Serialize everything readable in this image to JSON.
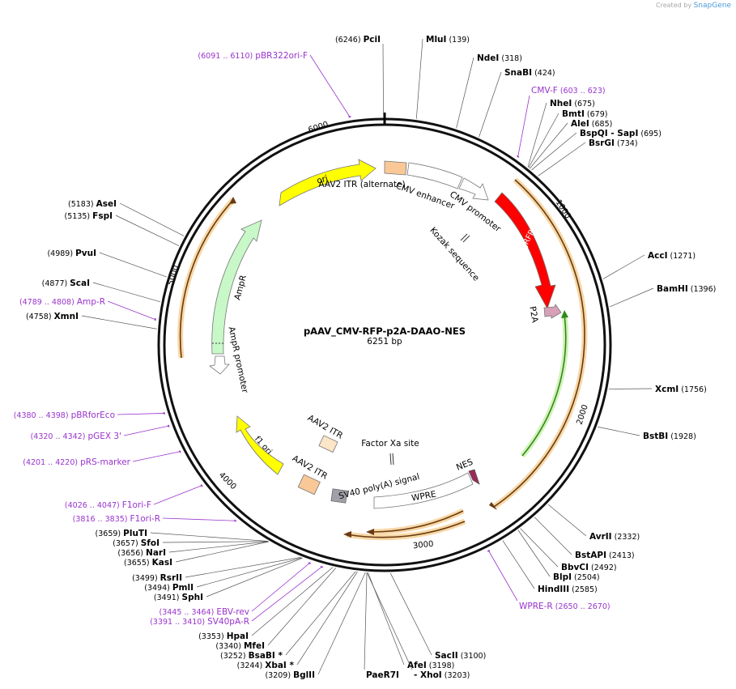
{
  "credit": {
    "prefix": "Created by",
    "brand": "SnapGene"
  },
  "plasmid": {
    "name": "pAAV_CMV-RFP-p2A-DAAO-NES",
    "length_label": "6251 bp",
    "length": 6251
  },
  "colors": {
    "ori": "#ffff00",
    "itr": "#f9c896",
    "itr_light": "#fde5c8",
    "cmv": "#ffffff",
    "tagrfp": "#ff0000",
    "p2a": "#d8a0b8",
    "ampr": "#c8f8c8",
    "nes": "#9b2a5a",
    "sv40": "#a0a0a8",
    "orf_orange": "#e7a43c",
    "orf_green": "#3aa820",
    "primer": "#9933cc",
    "line": "#555555"
  },
  "ruler": [
    {
      "bp": 1000,
      "label": "1000"
    },
    {
      "bp": 2000,
      "label": "2000"
    },
    {
      "bp": 3000,
      "label": "3000"
    },
    {
      "bp": 4000,
      "label": "4000"
    },
    {
      "bp": 5000,
      "label": "5000"
    },
    {
      "bp": 6000,
      "label": "6000"
    }
  ],
  "sites_right": [
    {
      "name": "PciI",
      "pos": "(6246)",
      "bp": 6246
    },
    {
      "name": "MluI",
      "pos": "(139)",
      "bp": 139
    },
    {
      "name": "NdeI",
      "pos": "(318)",
      "bp": 318
    },
    {
      "name": "SnaBI",
      "pos": "(424)",
      "bp": 424
    },
    {
      "name": "NheI",
      "pos": "(675)",
      "bp": 675
    },
    {
      "name": "BmtI",
      "pos": "(679)",
      "bp": 679
    },
    {
      "name": "AleI",
      "pos": "(685)",
      "bp": 685
    },
    {
      "name": "BspQI",
      "name2": "SapI",
      "pos": "(695)",
      "bp": 695
    },
    {
      "name": "BsrGI",
      "pos": "(734)",
      "bp": 734
    },
    {
      "name": "AccI",
      "pos": "(1271)",
      "bp": 1271
    },
    {
      "name": "BamHI",
      "pos": "(1396)",
      "bp": 1396
    },
    {
      "name": "XcmI",
      "pos": "(1756)",
      "bp": 1756
    },
    {
      "name": "BstBI",
      "pos": "(1928)",
      "bp": 1928
    },
    {
      "name": "AvrII",
      "pos": "(2332)",
      "bp": 2332
    },
    {
      "name": "BstAPI",
      "pos": "(2413)",
      "bp": 2413
    },
    {
      "name": "BbvCI",
      "pos": "(2492)",
      "bp": 2492
    },
    {
      "name": "BlpI",
      "pos": "(2504)",
      "bp": 2504
    },
    {
      "name": "HindIII",
      "pos": "(2585)",
      "bp": 2585
    },
    {
      "name": "SacII",
      "pos": "(3100)",
      "bp": 3100
    },
    {
      "name": "AfeI",
      "pos": "(3198)",
      "bp": 3198
    },
    {
      "name": "XhoI",
      "pos": "(3203)",
      "bp": 3203
    },
    {
      "name": "PaeR7I",
      "bp": 3203
    }
  ],
  "sites_left": [
    {
      "name": "BglII",
      "pos": "(3209)",
      "bp": 3209
    },
    {
      "name": "XbaI",
      "star": "*",
      "pos": "(3244)",
      "bp": 3244
    },
    {
      "name": "BsaBI",
      "star": "*",
      "pos": "(3252)",
      "bp": 3252
    },
    {
      "name": "MfeI",
      "pos": "(3340)",
      "bp": 3340
    },
    {
      "name": "HpaI",
      "pos": "(3353)",
      "bp": 3353
    },
    {
      "name": "SphI",
      "pos": "(3491)",
      "bp": 3491
    },
    {
      "name": "PmlI",
      "pos": "(3494)",
      "bp": 3494
    },
    {
      "name": "RsrII",
      "pos": "(3499)",
      "bp": 3499
    },
    {
      "name": "KasI",
      "pos": "(3655)",
      "bp": 3655
    },
    {
      "name": "NarI",
      "pos": "(3656)",
      "bp": 3656
    },
    {
      "name": "SfoI",
      "pos": "(3657)",
      "bp": 3657
    },
    {
      "name": "PluTI",
      "pos": "(3659)",
      "bp": 3659
    },
    {
      "name": "XmnI",
      "pos": "(4758)",
      "bp": 4758
    },
    {
      "name": "ScaI",
      "pos": "(4877)",
      "bp": 4877
    },
    {
      "name": "PvuI",
      "pos": "(4989)",
      "bp": 4989
    },
    {
      "name": "FspI",
      "pos": "(5135)",
      "bp": 5135
    },
    {
      "name": "AseI",
      "pos": "(5183)",
      "bp": 5183
    }
  ],
  "primers": [
    {
      "name": "pBR322ori-F",
      "pos": "(6091 .. 6110)",
      "bp": 6100
    },
    {
      "name": "CMV-F",
      "pos": "(603 .. 623)",
      "bp": 613
    },
    {
      "name": "WPRE-R",
      "pos": "(2650 .. 2670)",
      "bp": 2660
    },
    {
      "name": "EBV-rev",
      "pos": "(3445 .. 3464)",
      "bp": 3455
    },
    {
      "name": "SV40pA-R",
      "pos": "(3391 .. 3410)",
      "bp": 3400
    },
    {
      "name": "F1ori-R",
      "pos": "(3816 .. 3835)",
      "bp": 3826
    },
    {
      "name": "F1ori-F",
      "pos": "(4026 .. 4047)",
      "bp": 4036
    },
    {
      "name": "pRS-marker",
      "pos": "(4201 .. 4220)",
      "bp": 4210
    },
    {
      "name": "pGEX 3'",
      "pos": "(4320 .. 4342)",
      "bp": 4331
    },
    {
      "name": "pBRforEco",
      "pos": "(4380 .. 4398)",
      "bp": 4389
    },
    {
      "name": "Amp-R",
      "pos": "(4789 .. 4808)",
      "bp": 4798
    }
  ],
  "features": [
    {
      "name": "AAV2 ITR (alternate)"
    },
    {
      "name": "CMV enhancer"
    },
    {
      "name": "CMV promoter"
    },
    {
      "name": "TagRFP"
    },
    {
      "name": "Kozak sequence"
    },
    {
      "name": "P2A"
    },
    {
      "name": "NES"
    },
    {
      "name": "WPRE"
    },
    {
      "name": "SV40 poly(A) signal"
    },
    {
      "name": "Factor Xa site"
    },
    {
      "name": "AAV2 ITR"
    },
    {
      "name": "AAV2 ITR"
    },
    {
      "name": "f1 ori"
    },
    {
      "name": "AmpR promoter"
    },
    {
      "name": "AmpR"
    },
    {
      "name": "ori"
    }
  ]
}
